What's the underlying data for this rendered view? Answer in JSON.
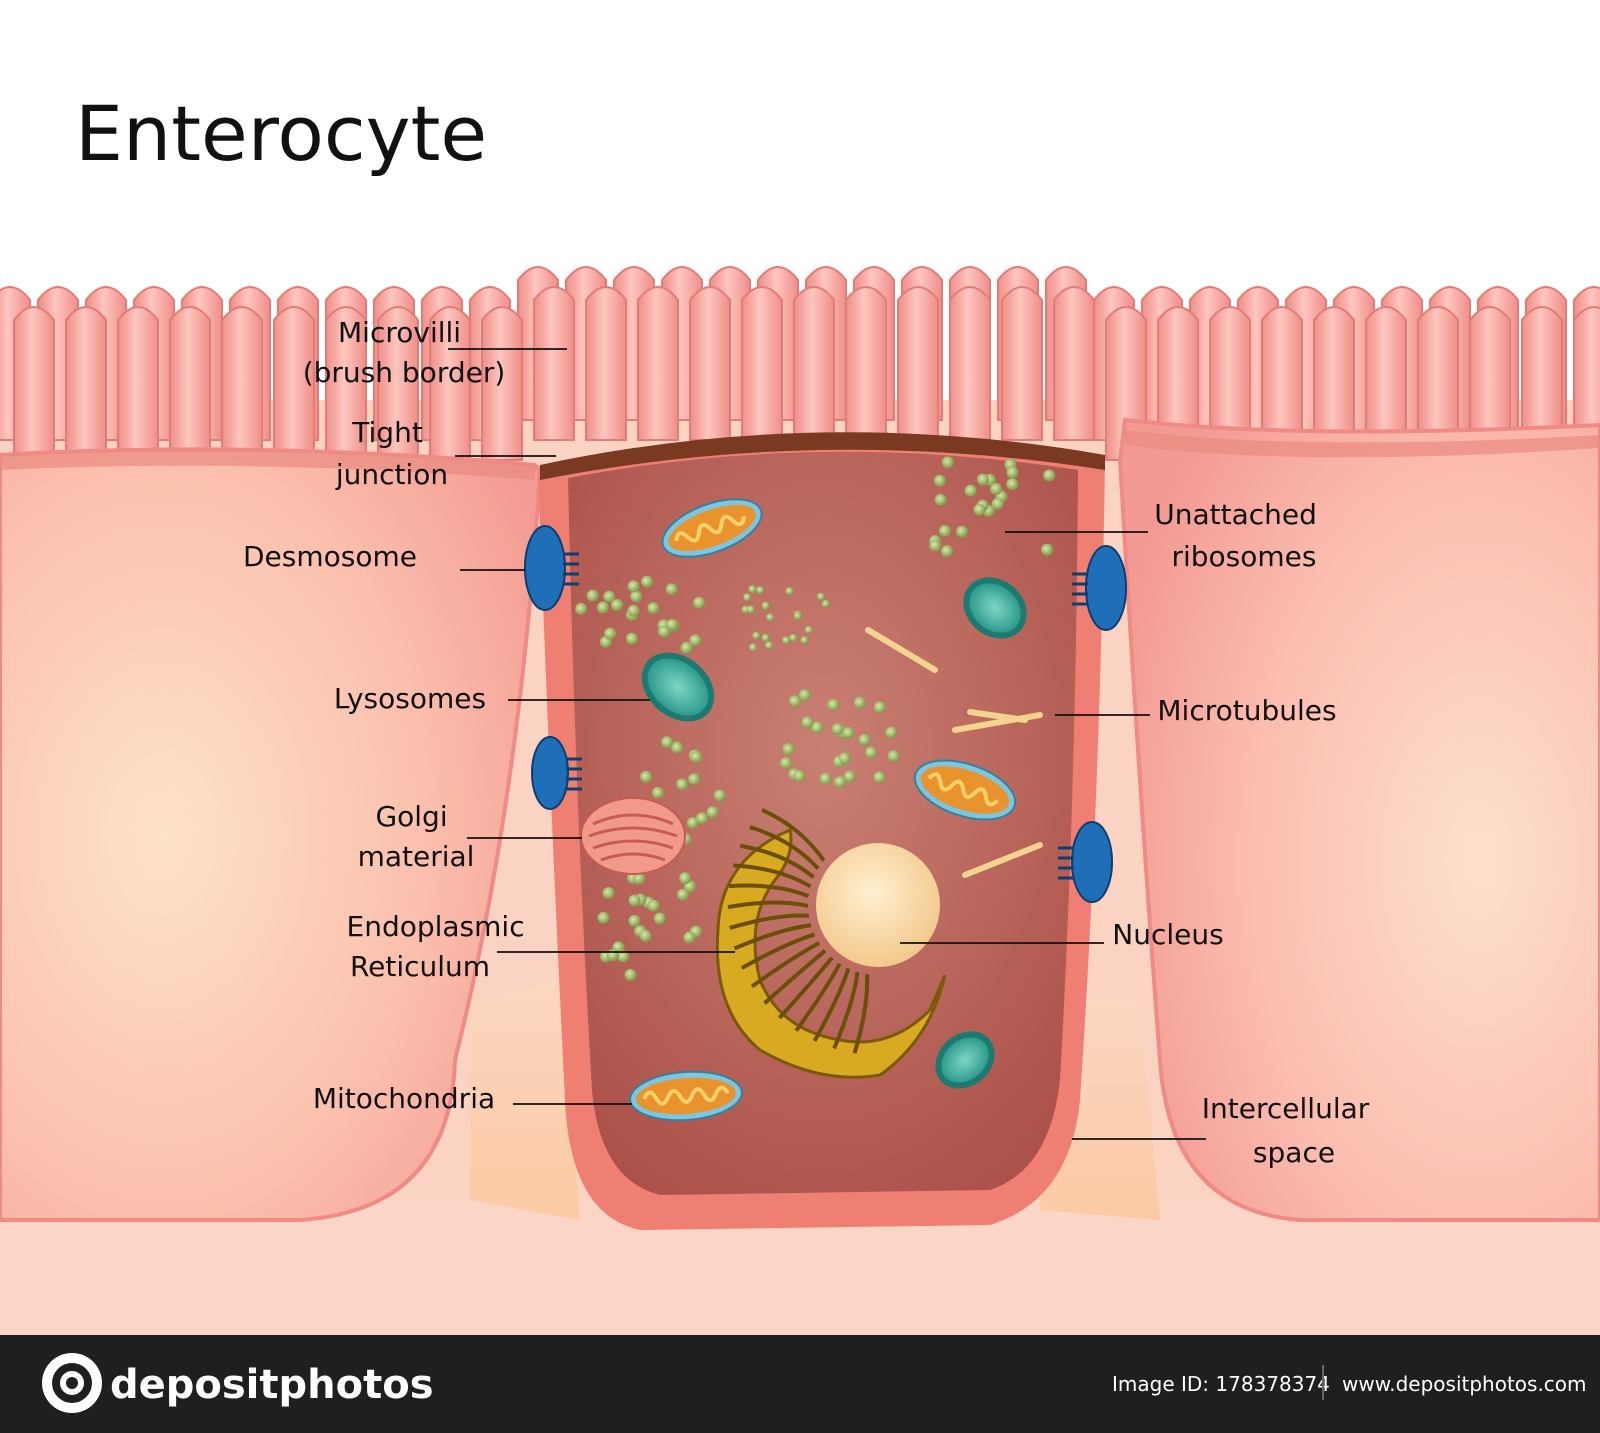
{
  "title": "Enterocyte",
  "labels": {
    "microvilli": [
      "Microvilli",
      "(brush border)"
    ],
    "tight_junction": [
      "Tight",
      "junction"
    ],
    "desmosome": [
      "Desmosome"
    ],
    "lysosomes": [
      "Lysosomes"
    ],
    "golgi": [
      "Golgi",
      "material"
    ],
    "er": [
      "Endoplasmic",
      "Reticulum"
    ],
    "mitochondria": [
      "Mitochondria"
    ],
    "unattached_ribosomes": [
      "Unattached",
      "ribosomes"
    ],
    "microtubules": [
      "Microtubules"
    ],
    "nucleus": [
      "Nucleus"
    ],
    "intercellular_space": [
      "Intercellular",
      "space"
    ]
  },
  "footer": {
    "brand": "depositphotos",
    "image_id": "Image ID: 178378374",
    "url": "www.depositphotos.com"
  },
  "colors": {
    "cell_pink": "#f7a8a0",
    "center_cell": "#b4554b",
    "desmosome_blue": "#1e6fb8",
    "footer_bg": "#1f1e21"
  }
}
